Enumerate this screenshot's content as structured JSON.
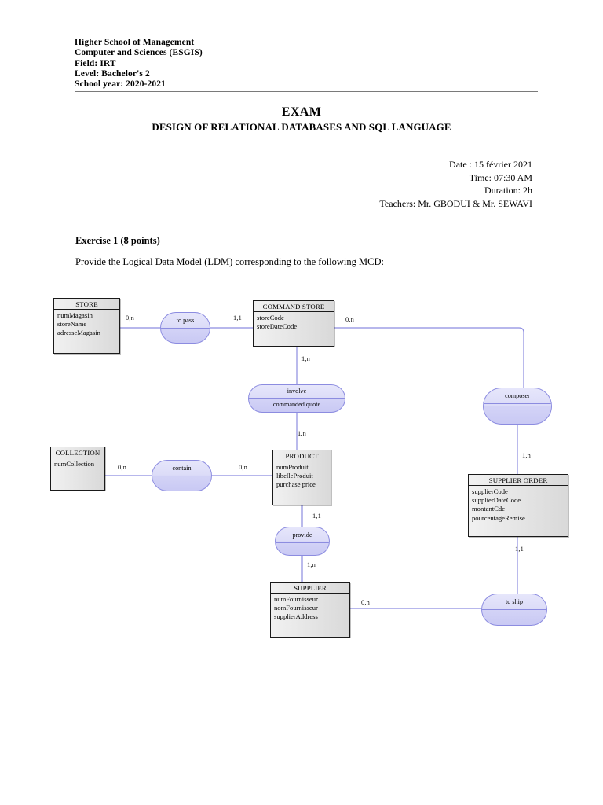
{
  "letterhead": {
    "lines": [
      "Higher School of Management",
      "Computer and Sciences (ESGIS)",
      "Field: IRT",
      "Level: Bachelor's 2",
      "School year: 2020-2021"
    ]
  },
  "title": {
    "main": "EXAM",
    "subtitle": "DESIGN OF RELATIONAL DATABASES AND SQL LANGUAGE"
  },
  "meta": {
    "date": "Date : 15 février 2021",
    "time": "Time: 07:30 AM",
    "duration": "Duration: 2h",
    "teachers": "Teachers: Mr. GBODUI & Mr. SEWAVI"
  },
  "exercise": {
    "heading": "Exercise 1 (8 points)",
    "instruction": "Provide the Logical Data Model (LDM) corresponding to the following MCD:"
  },
  "diagram": {
    "entities": [
      {
        "id": "store",
        "name": "STORE",
        "attributes": [
          "numMagasin",
          "storeName",
          "adresseMagasin"
        ]
      },
      {
        "id": "command_store",
        "name": "COMMAND STORE",
        "attributes": [
          "storeCode",
          "storeDateCode"
        ]
      },
      {
        "id": "collection",
        "name": "COLLECTION",
        "attributes": [
          "numCollection"
        ]
      },
      {
        "id": "product",
        "name": "PRODUCT",
        "attributes": [
          "numProduit",
          "libelleProduit",
          "purchase price"
        ]
      },
      {
        "id": "supplier_order",
        "name": "SUPPLIER ORDER",
        "attributes": [
          "supplierCode",
          "supplierDateCode",
          "montantCde",
          "pourcentageRemise"
        ]
      },
      {
        "id": "supplier",
        "name": "SUPPLIER",
        "attributes": [
          "numFournisseur",
          "nomFournisseur",
          "supplierAddress"
        ]
      }
    ],
    "relationships": [
      {
        "id": "to_pass",
        "name": "to pass",
        "attribute": null
      },
      {
        "id": "involve",
        "name": "involve",
        "attribute": "commanded quote"
      },
      {
        "id": "contain",
        "name": "contain",
        "attribute": null
      },
      {
        "id": "composer",
        "name": "composer",
        "attribute": null
      },
      {
        "id": "provide",
        "name": "provide",
        "attribute": null
      },
      {
        "id": "to_ship",
        "name": "to ship",
        "attribute": null
      }
    ],
    "cardinalities": [
      {
        "id": "store_to_pass",
        "value": "0,n"
      },
      {
        "id": "to_pass_command_store",
        "value": "1,1"
      },
      {
        "id": "command_store_composer",
        "value": "0,n"
      },
      {
        "id": "command_store_involve",
        "value": "1,n"
      },
      {
        "id": "involve_product",
        "value": "1,n"
      },
      {
        "id": "collection_contain",
        "value": "0,n"
      },
      {
        "id": "contain_product",
        "value": "0,n"
      },
      {
        "id": "composer_supplier_order",
        "value": "1,n"
      },
      {
        "id": "product_provide",
        "value": "1,1"
      },
      {
        "id": "provide_supplier",
        "value": "1,n"
      },
      {
        "id": "supplier_order_to_ship",
        "value": "1,1"
      },
      {
        "id": "supplier_to_ship",
        "value": "0,n"
      }
    ],
    "colors": {
      "relationship_fill": "#dcdcf8",
      "relationship_border": "#8c8ce0",
      "connector_line": "#8c8ce0",
      "entity_fill": "#e4e4e4",
      "entity_border": "#1a1a1a"
    }
  }
}
